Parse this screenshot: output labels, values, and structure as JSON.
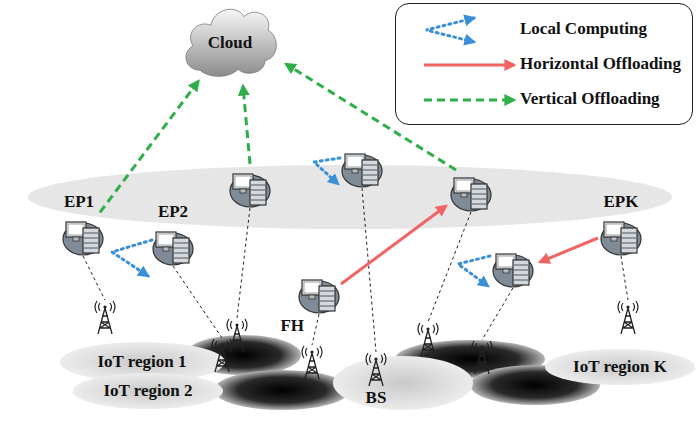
{
  "diagram": {
    "nodes": [
      {
        "text": [
          "Cloud"
        ]
      },
      {
        "text": [
          "EP1"
        ]
      },
      {
        "text": [
          "EP2"
        ]
      },
      {
        "text": [
          "FH"
        ]
      },
      {
        "text": [
          "EPK"
        ]
      },
      {
        "text": [
          "IoT region 1"
        ]
      },
      {
        "text": [
          "IoT region 2"
        ]
      },
      {
        "text": [
          "IoT region K"
        ]
      }
    ],
    "edges": [
      {
        "from": 1,
        "to": 0,
        "arrow": "to"
      }
    ],
    "labels": [
      "BS"
    ],
    "legend": [
      {
        "text": "Local Computing"
      },
      {
        "text": "Horizontal Offloading"
      },
      {
        "text": "Vertical Offloading"
      }
    ]
  }
}
